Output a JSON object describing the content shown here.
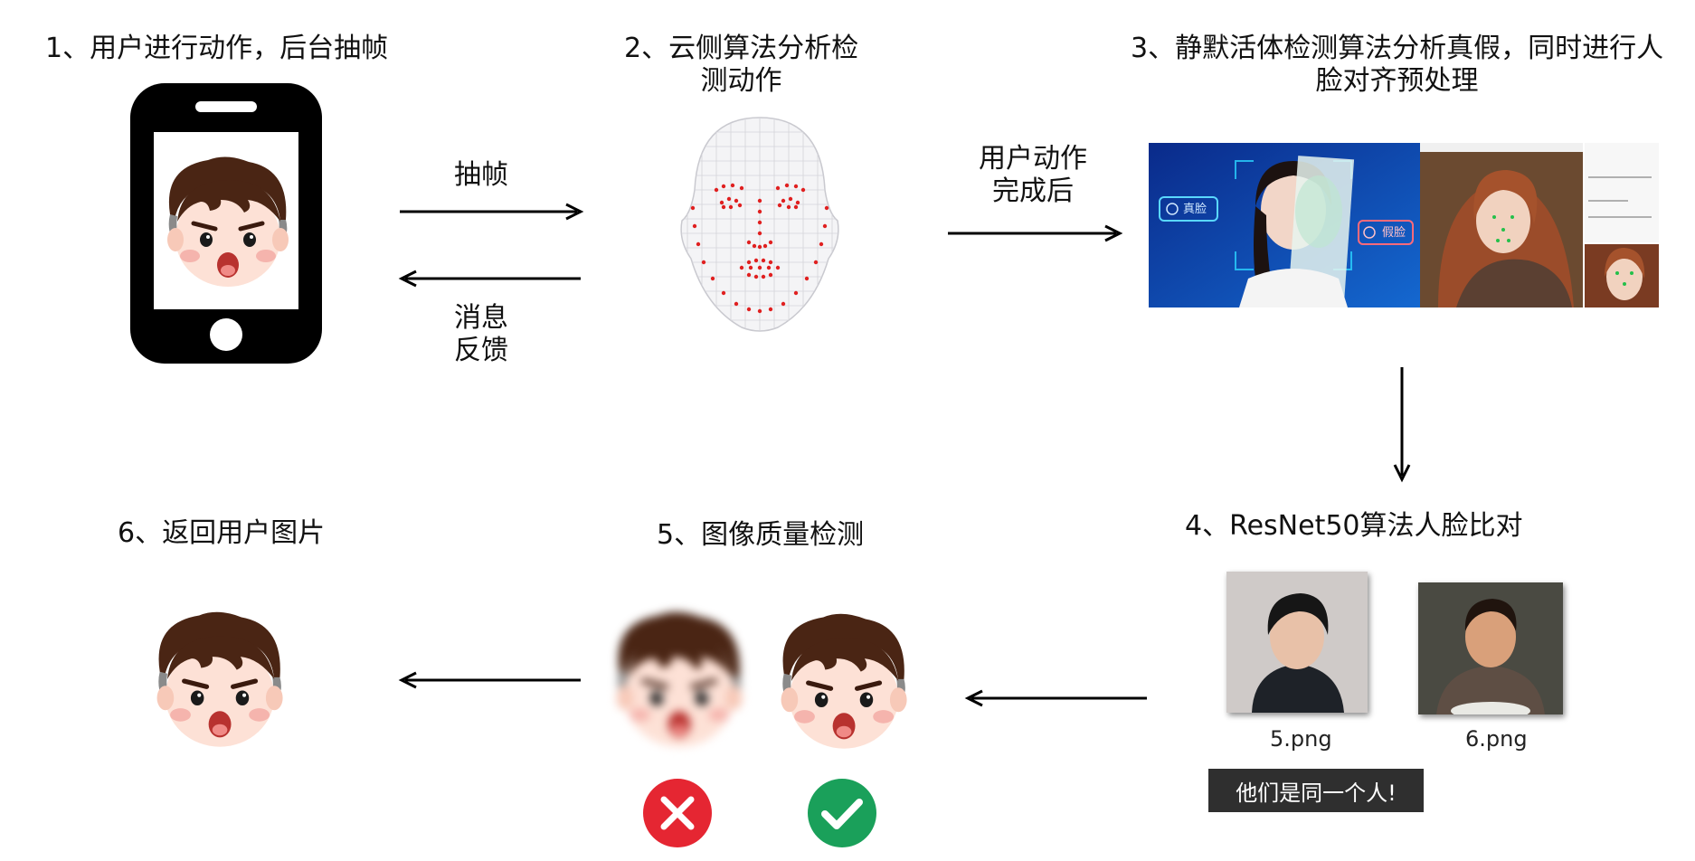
{
  "steps": {
    "s1": "1、用户进行动作，后台抽帧",
    "s2_line1": "2、云侧算法分析检",
    "s2_line2": "测动作",
    "s3_line1": "3、静默活体检测算法分析真假，同时进行人",
    "s3_line2": "脸对齐预处理",
    "s4": "4、ResNet50算法人脸比对",
    "s5": "5、图像质量检测",
    "s6": "6、返回用户图片"
  },
  "arrows": {
    "extract_frame": "抽帧",
    "feedback_line1": "消息",
    "feedback_line2": "反馈",
    "action_done_line1": "用户动作",
    "action_done_line2": "完成后"
  },
  "liveness_panel": {
    "real_badge": "真脸",
    "fake_badge": "假脸"
  },
  "comparison": {
    "file1": "5.png",
    "file2": "6.png",
    "result": "他们是同一个人!"
  },
  "colors": {
    "reject": "#e52632",
    "accept": "#1aa05a",
    "landmark": "#e02020",
    "result_bg": "#2f2f2f"
  }
}
